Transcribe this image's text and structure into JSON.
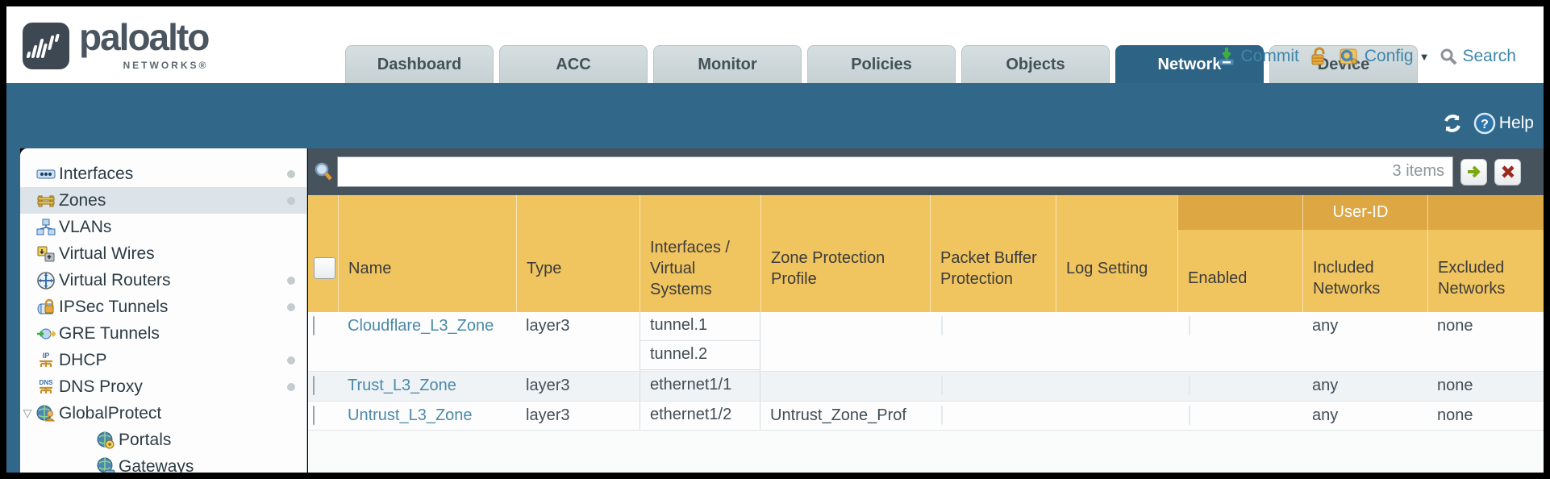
{
  "header": {
    "logo": {
      "brand": "paloalto",
      "sub": "NETWORKS®"
    },
    "tabs": [
      {
        "label": "Dashboard",
        "active": false
      },
      {
        "label": "ACC",
        "active": false
      },
      {
        "label": "Monitor",
        "active": false
      },
      {
        "label": "Policies",
        "active": false
      },
      {
        "label": "Objects",
        "active": false
      },
      {
        "label": "Network",
        "active": true
      },
      {
        "label": "Device",
        "active": false
      }
    ],
    "actions": {
      "commit": "Commit",
      "config": "Config",
      "search": "Search"
    }
  },
  "toolbar": {
    "help_label": "Help"
  },
  "sidebar": {
    "selected": "Zones",
    "items": [
      {
        "label": "Interfaces",
        "dot": true
      },
      {
        "label": "Zones",
        "dot": true,
        "selected": true
      },
      {
        "label": "VLANs",
        "dot": false
      },
      {
        "label": "Virtual Wires",
        "dot": false
      },
      {
        "label": "Virtual Routers",
        "dot": true
      },
      {
        "label": "IPSec Tunnels",
        "dot": true
      },
      {
        "label": "GRE Tunnels",
        "dot": false
      },
      {
        "label": "DHCP",
        "dot": true
      },
      {
        "label": "DNS Proxy",
        "dot": true
      },
      {
        "label": "GlobalProtect",
        "dot": false,
        "expanded": true
      },
      {
        "label": "Portals",
        "dot": false,
        "child": true
      },
      {
        "label": "Gateways",
        "dot": false,
        "child": true
      }
    ]
  },
  "filter": {
    "value": "",
    "count": "3 items"
  },
  "table": {
    "group_header": "User-ID",
    "columns": {
      "name": "Name",
      "type": "Type",
      "interfaces": "Interfaces / Virtual Systems",
      "zone_protection": "Zone Protection Profile",
      "packet_buffer": "Packet Buffer Protection",
      "log_setting": "Log Setting",
      "enabled": "Enabled",
      "included": "Included Networks",
      "excluded": "Excluded Networks"
    },
    "rows": [
      {
        "name": "Cloudflare_L3_Zone",
        "type": "layer3",
        "if1": "tunnel.1",
        "if2": "tunnel.2",
        "zone_protection": "",
        "packet_buffer": false,
        "log_setting": "",
        "enabled": false,
        "included": "any",
        "excluded": "none"
      },
      {
        "name": "Trust_L3_Zone",
        "type": "layer3",
        "if1": "ethernet1/1",
        "zone_protection": "",
        "packet_buffer": false,
        "log_setting": "",
        "enabled": false,
        "included": "any",
        "excluded": "none"
      },
      {
        "name": "Untrust_L3_Zone",
        "type": "layer3",
        "if1": "ethernet1/2",
        "zone_protection": "Untrust_Zone_Prof",
        "packet_buffer": false,
        "log_setting": "",
        "enabled": false,
        "included": "any",
        "excluded": "none"
      }
    ]
  },
  "colors": {
    "teal_band": "#31688a",
    "filter_bar": "#47535c",
    "header_gold": "#f0c45e",
    "group_gold": "#dda743",
    "active_tab": "#2d6384",
    "link_blue": "#4a89a8",
    "action_blue": "#3f86ac",
    "row_alt": "#eff3f6",
    "sidebar_selected": "#dce4e9"
  }
}
